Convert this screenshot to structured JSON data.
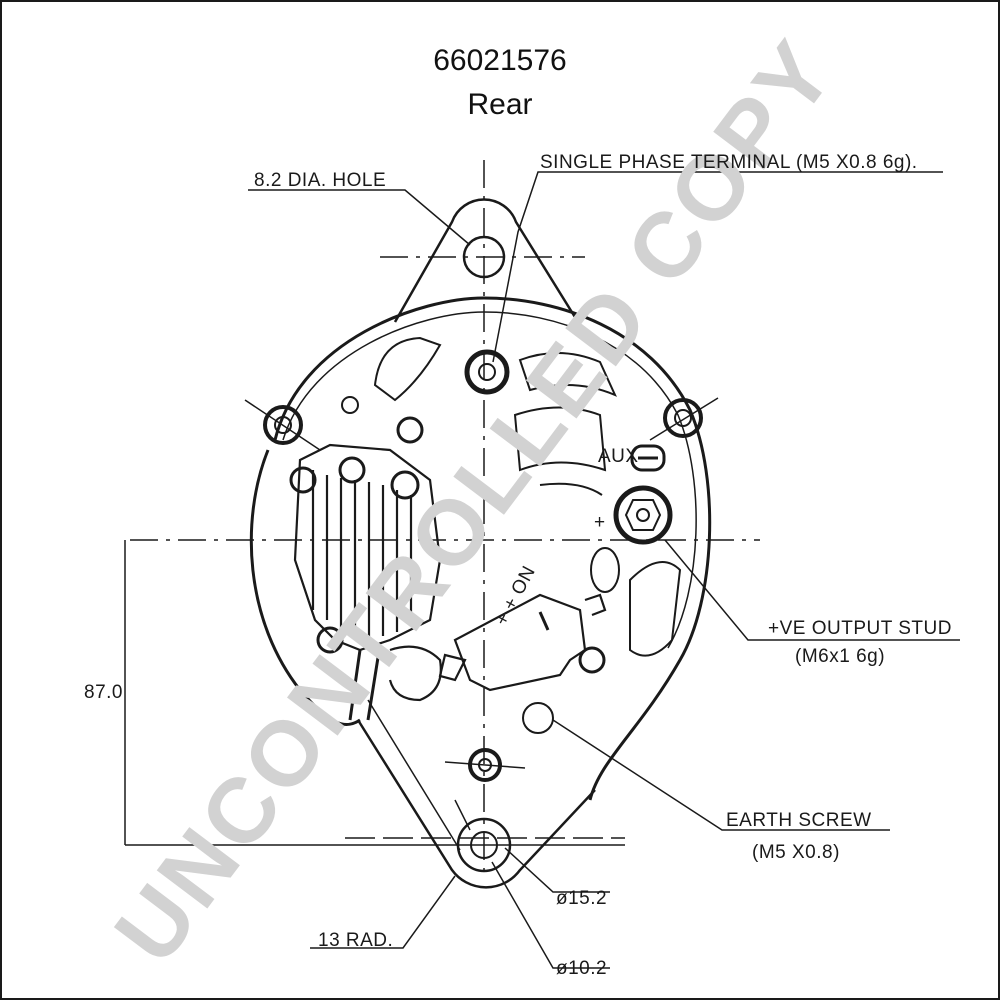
{
  "title": "66021576",
  "subtitle": "Rear",
  "watermark": "UNCONTROLLED COPY",
  "labels": {
    "dia_hole": "8.2 DIA. HOLE",
    "single_phase": "SINGLE PHASE TERMINAL (M5 X0.8 6g).",
    "aux": "AUX",
    "plus": "+",
    "output_stud": "+VE OUTPUT STUD",
    "output_stud_spec": "(M6x1 6g)",
    "dim_87": "87.0",
    "earth_screw": "EARTH SCREW",
    "earth_screw_spec": "(M5 X0.8)",
    "dia_15": "ø15.2",
    "rad_13": "13 RAD.",
    "dia_10": "ø10.2",
    "connector_text": "+ + ON"
  },
  "colors": {
    "line": "#1a1a1a",
    "watermark": "#d2d2d2",
    "background": "#ffffff"
  }
}
